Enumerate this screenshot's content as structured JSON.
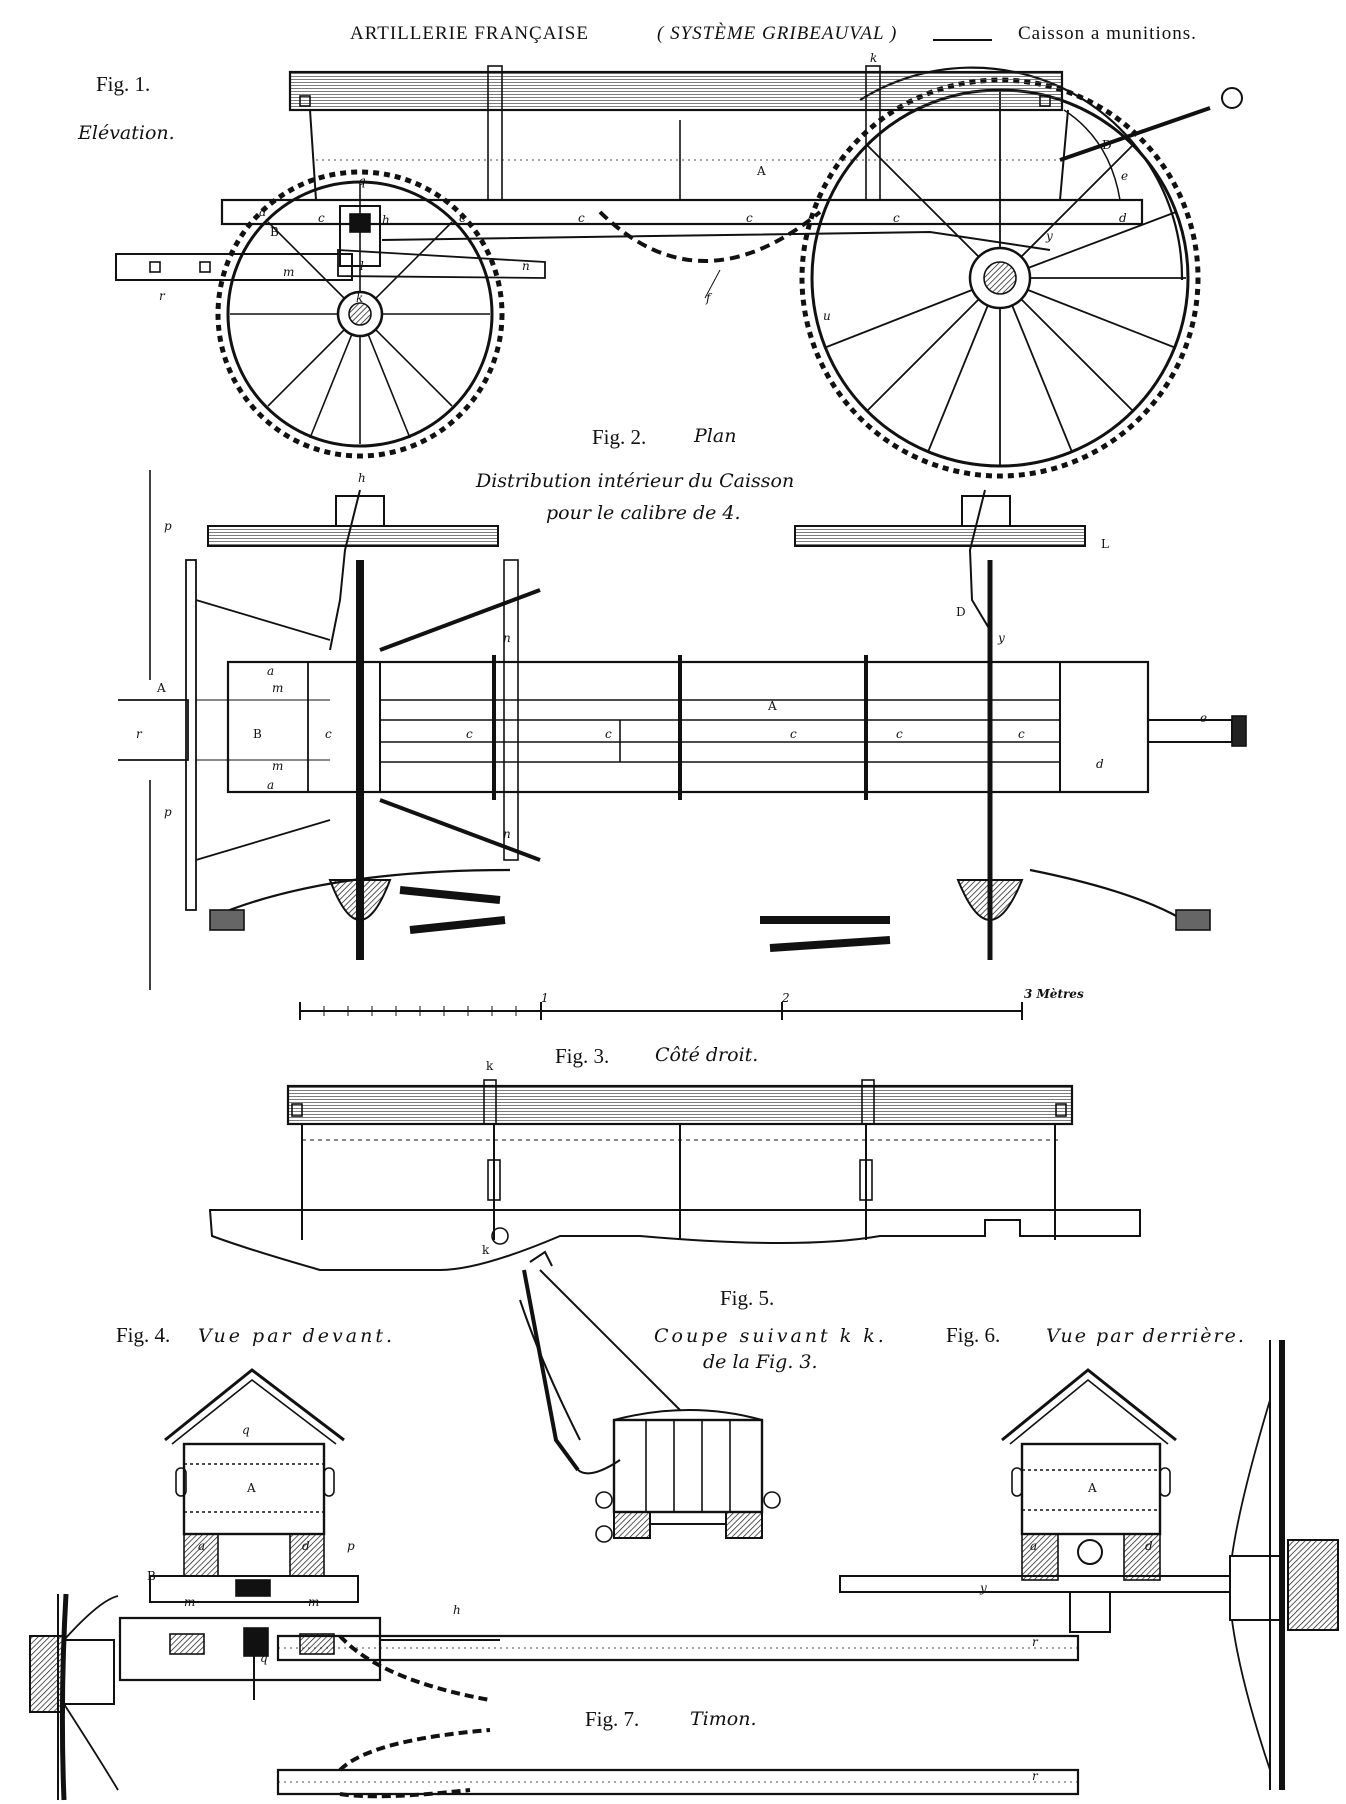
{
  "header": {
    "title": "ARTILLERIE FRANÇAISE",
    "system": "( SYSTÈME GRIBEAUVAL )",
    "subject": "Caisson a munitions."
  },
  "figures": {
    "fig1": {
      "number": "Fig. 1.",
      "caption": "Elévation."
    },
    "fig2": {
      "number": "Fig. 2.",
      "caption": "Plan",
      "note_line1": "Distribution intérieur du Caisson",
      "note_line2": "pour le calibre de 4."
    },
    "fig3": {
      "number": "Fig. 3.",
      "caption": "Côté droit."
    },
    "fig4": {
      "number": "Fig. 4.",
      "caption": "Vue par devant."
    },
    "fig5": {
      "number": "Fig. 5.",
      "caption_line1": "Coupe suivant k k.",
      "caption_line2": "de la Fig. 3."
    },
    "fig6": {
      "number": "Fig. 6.",
      "caption": "Vue par derrière."
    },
    "fig7": {
      "number": "Fig. 7.",
      "caption": "Timon."
    }
  },
  "scale": {
    "ticks": [
      "1",
      "2",
      "3 Mètres"
    ]
  },
  "labels": {
    "fig1": [
      "A",
      "B",
      "D",
      "a",
      "c",
      "c",
      "c",
      "c",
      "c",
      "d",
      "e",
      "f",
      "h",
      "k",
      "k",
      "l",
      "m",
      "n",
      "q",
      "r",
      "u",
      "y"
    ],
    "fig2": [
      "A",
      "A",
      "B",
      "D",
      "L",
      "a",
      "a",
      "c",
      "c",
      "c",
      "c",
      "c",
      "c",
      "d",
      "e",
      "h",
      "m",
      "m",
      "n",
      "n",
      "p",
      "p",
      "r",
      "y"
    ],
    "fig3": [
      "k",
      "k"
    ],
    "fig4": [
      "A",
      "B",
      "a",
      "d",
      "h",
      "m",
      "m",
      "p",
      "q",
      "q"
    ],
    "fig6": [
      "A",
      "a",
      "d",
      "y"
    ],
    "fig7": [
      "r",
      "r"
    ]
  }
}
